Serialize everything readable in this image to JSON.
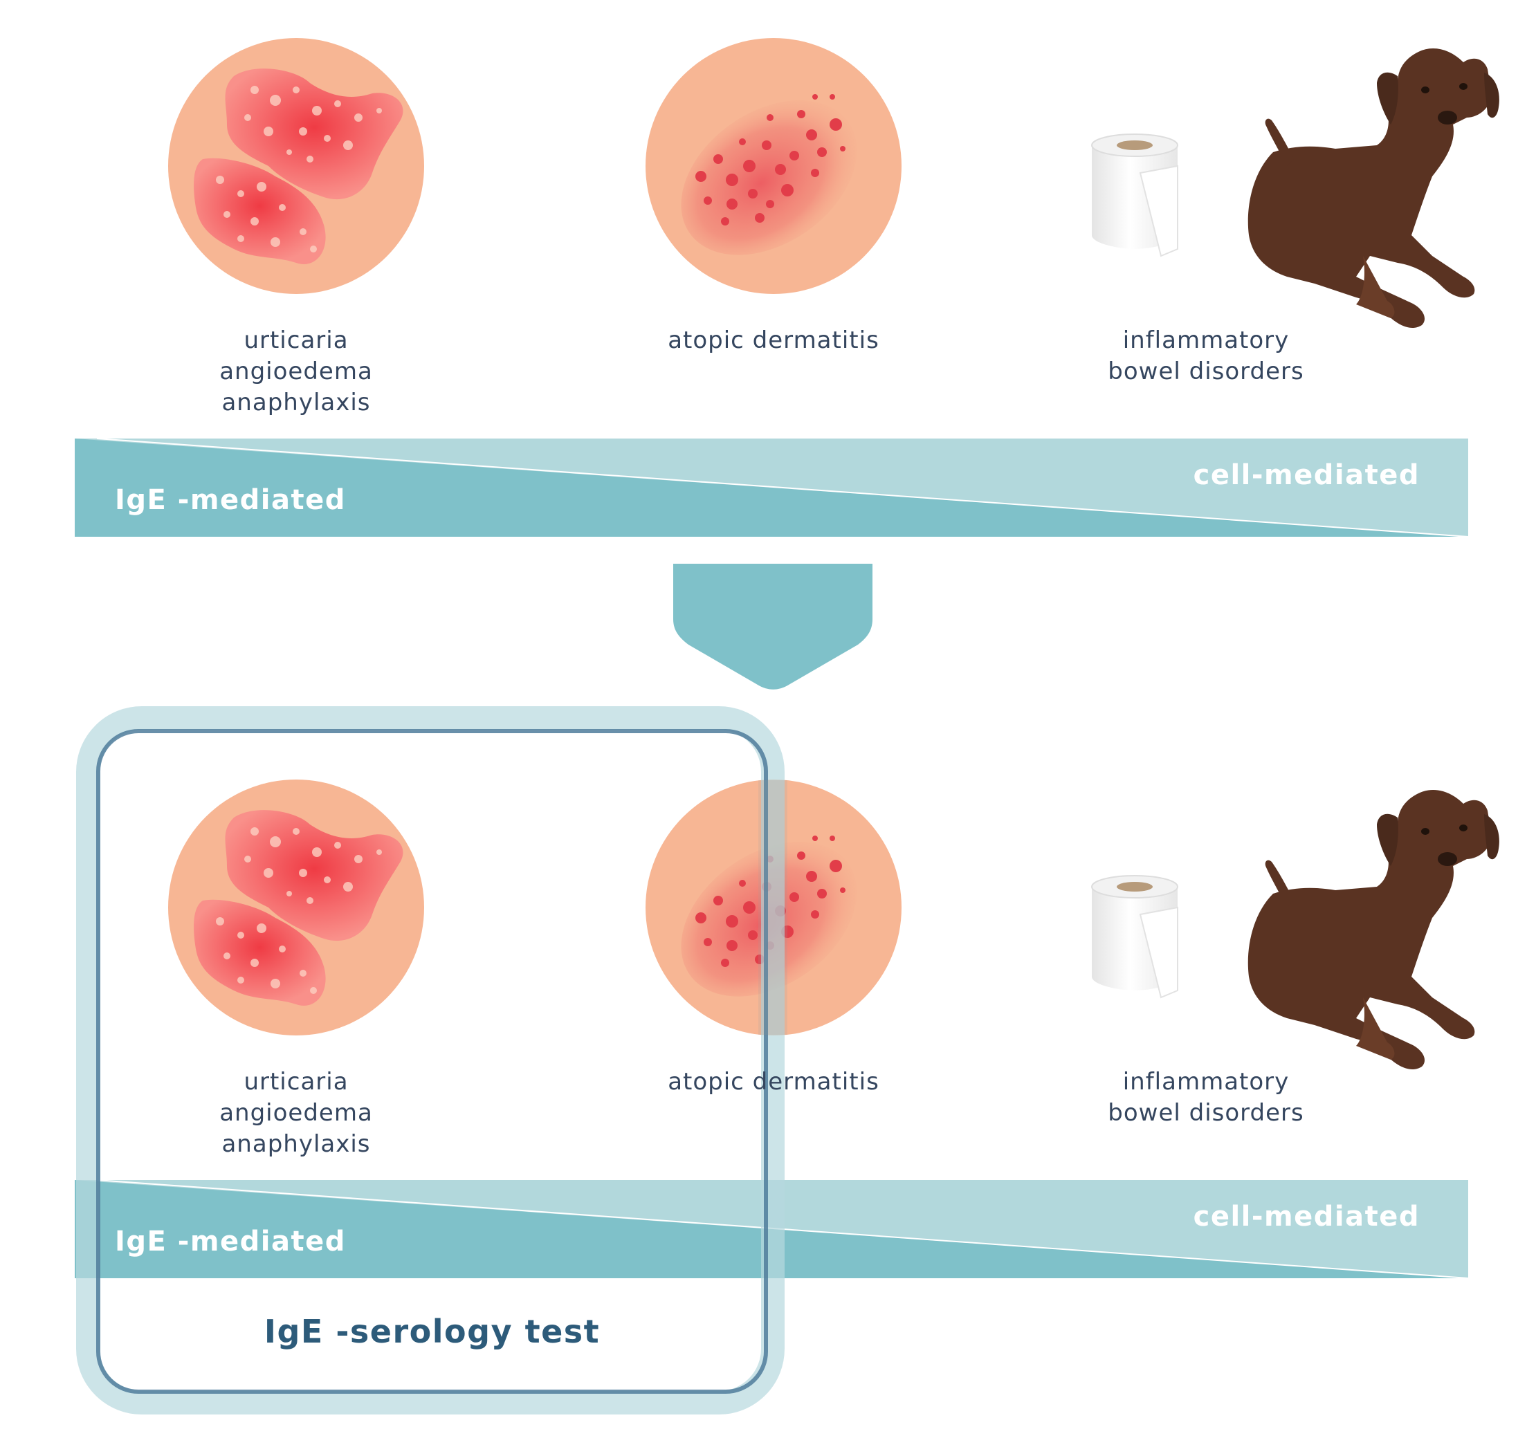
{
  "rows": [
    {
      "conditions": [
        {
          "lines": [
            "urticaria",
            "angioedema",
            "anaphylaxis"
          ]
        },
        {
          "lines": [
            "atopic dermatitis"
          ]
        },
        {
          "lines": [
            "inflammatory",
            "bowel disorders"
          ]
        }
      ],
      "bar": {
        "left_label": "IgE -mediated",
        "right_label": "cell-mediated"
      }
    },
    {
      "conditions": [
        {
          "lines": [
            "urticaria",
            "angioedema",
            "anaphylaxis"
          ]
        },
        {
          "lines": [
            "atopic dermatitis"
          ]
        },
        {
          "lines": [
            "inflammatory",
            "bowel disorders"
          ]
        }
      ],
      "bar": {
        "left_label": "IgE -mediated",
        "right_label": "cell-mediated"
      }
    }
  ],
  "highlight": {
    "label": "IgE -serology test"
  },
  "colors": {
    "bar_dark": "#7fc1c9",
    "bar_light": "#b2d8dc",
    "arrow": "#7fc1c9",
    "box_outer": "#cde6ea",
    "box_inner": "#5f8aa6",
    "skin": "#f7b694",
    "rash": "#ef5358",
    "text": "#35465f",
    "test_text": "#2d5b7a",
    "dog": "#5a3322"
  }
}
